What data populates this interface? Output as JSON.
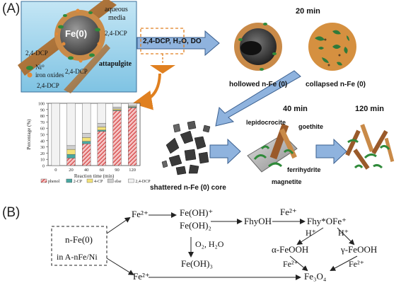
{
  "panelA": {
    "label": "(A)",
    "inset": {
      "core": "Fe(0)",
      "media": [
        "aqueous",
        "media"
      ],
      "dcp": "2,4-DCP",
      "ni_legend": "Ni⁰",
      "oxide_legend": "iron oxides",
      "attapulgite": "attapulgite"
    },
    "reactants_box": "2,4-DCP, H₂O, DO",
    "t20": "20 min",
    "hollowed": "hollowed n-Fe (0)",
    "collapsed": "collapsed n-Fe (0)",
    "t40": "40 min",
    "t120": "120 min",
    "shattered": "shattered n-Fe (0) core",
    "minerals": {
      "lepidocrocite": "lepidocrocite",
      "goethite": "goethite",
      "ferrihydrite": "ferrihydrite",
      "magnetite": "magnetite"
    }
  },
  "chart_data": {
    "type": "bar",
    "stacked": true,
    "ylabel": "Percentage (%)",
    "xlabel": "Reaction time (min)",
    "categories": [
      "0",
      "20",
      "40",
      "60",
      "90",
      "120"
    ],
    "ylim": [
      0,
      100
    ],
    "yticks": [
      "0",
      "10",
      "20",
      "30",
      "40",
      "50",
      "60",
      "70",
      "80",
      "90",
      "100"
    ],
    "colors": {
      "phenol": "#e06060",
      "2-CP": "#49a7a0",
      "4-CP": "#f3e27a",
      "else": "#cfcfcf",
      "2,4-DCP": "#f2f2f2"
    },
    "series": [
      {
        "name": "phenol",
        "values": [
          0,
          12,
          35,
          55,
          88,
          93
        ]
      },
      {
        "name": "2-CP",
        "values": [
          0,
          6,
          4,
          2,
          1,
          1
        ]
      },
      {
        "name": "4-CP",
        "values": [
          0,
          8,
          6,
          5,
          2,
          1
        ]
      },
      {
        "name": "else",
        "values": [
          0,
          6,
          7,
          6,
          3,
          2
        ]
      },
      {
        "name": "2,4-DCP",
        "values": [
          100,
          68,
          48,
          32,
          6,
          3
        ]
      }
    ]
  },
  "panelB": {
    "label": "(B)",
    "source_line1": "n-Fe(0)",
    "source_line2": "in A-nFe/Ni",
    "fe2_top": "Fe²⁺",
    "feoh_plus": "Fe(OH)⁺",
    "feoh2": "Fe(OH)₂",
    "fhyoh": "FhyOH",
    "fe2_arrow": "Fe²⁺",
    "fhy_ofe": "Fhy*OFe⁺",
    "o2_h2o": "O₂, H₂O",
    "h_plus_left": "H⁺",
    "h_plus_right": "H⁺",
    "alpha": "α-FeOOH",
    "gamma": "γ-FeOOH",
    "feoh3": "Fe(OH)₃",
    "fe2_left_small": "Fe²⁺",
    "fe2_right_small": "Fe²⁺",
    "fe2_bottom": "Fe²⁺",
    "fe3o4": "Fe₃O₄"
  }
}
